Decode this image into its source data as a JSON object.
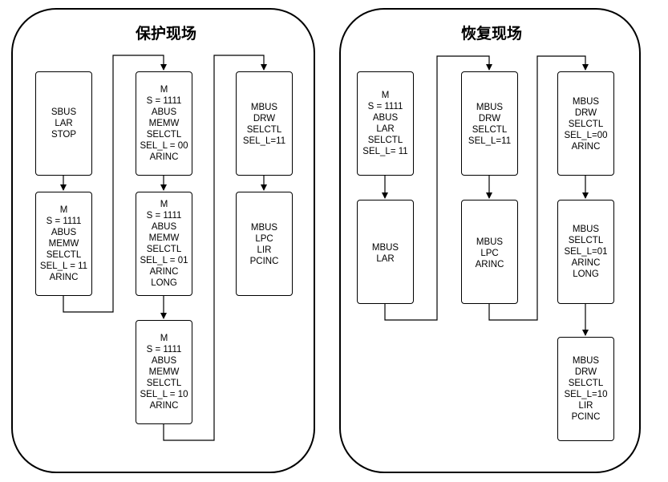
{
  "panels": [
    {
      "title": "保护现场",
      "boxes": [
        {
          "lines": [
            "SBUS",
            "LAR",
            "STOP"
          ]
        },
        {
          "lines": [
            "M",
            "S = 1111",
            "ABUS",
            "MEMW",
            "SELCTL",
            "SEL_L = 11",
            "ARINC"
          ]
        },
        {
          "lines": [
            "M",
            "S = 1111",
            "ABUS",
            "MEMW",
            "SELCTL",
            "SEL_L = 00",
            "ARINC"
          ]
        },
        {
          "lines": [
            "M",
            "S = 1111",
            "ABUS",
            "MEMW",
            "SELCTL",
            "SEL_L = 01",
            "ARINC",
            "LONG"
          ]
        },
        {
          "lines": [
            "M",
            "S = 1111",
            "ABUS",
            "MEMW",
            "SELCTL",
            "SEL_L = 10",
            "ARINC"
          ]
        },
        {
          "lines": [
            "MBUS",
            "DRW",
            "SELCTL",
            "SEL_L=11"
          ]
        },
        {
          "lines": [
            "MBUS",
            "LPC",
            "LIR",
            "PCINC"
          ]
        }
      ]
    },
    {
      "title": "恢复现场",
      "boxes": [
        {
          "lines": [
            "M",
            "S = 1111",
            "ABUS",
            "LAR",
            "SELCTL",
            "SEL_L= 11"
          ]
        },
        {
          "lines": [
            "MBUS",
            "LAR"
          ]
        },
        {
          "lines": [
            "MBUS",
            "DRW",
            "SELCTL",
            "SEL_L=11"
          ]
        },
        {
          "lines": [
            "MBUS",
            "LPC",
            "ARINC"
          ]
        },
        {
          "lines": [
            "MBUS",
            "DRW",
            "SELCTL",
            "SEL_L=00",
            "ARINC"
          ]
        },
        {
          "lines": [
            "MBUS",
            "SELCTL",
            "SEL_L=01",
            "ARINC",
            "LONG"
          ]
        },
        {
          "lines": [
            "MBUS",
            "DRW",
            "SELCTL",
            "SEL_L=10",
            "LIR",
            "PCINC"
          ]
        }
      ]
    }
  ]
}
